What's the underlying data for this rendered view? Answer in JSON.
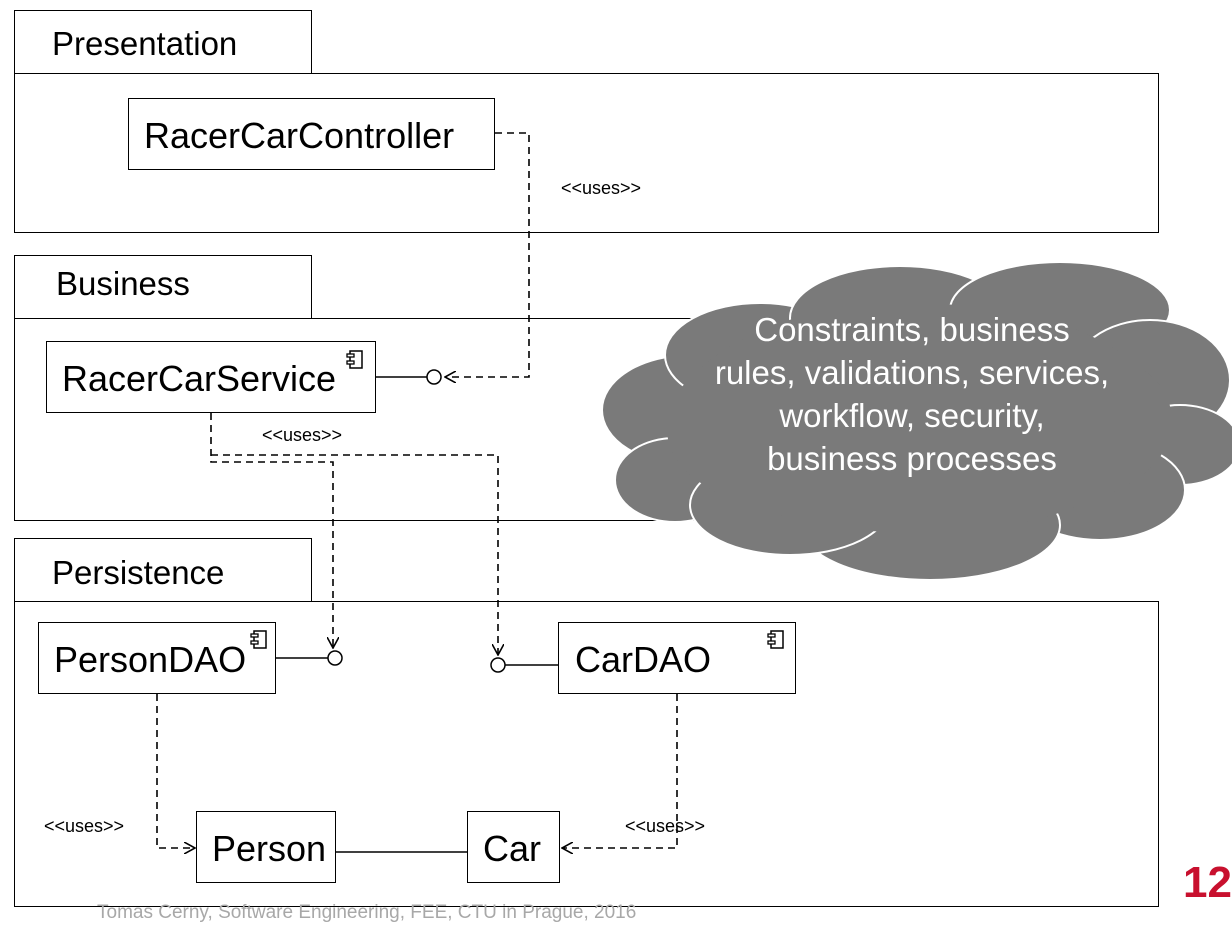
{
  "layers": {
    "presentation": "Presentation",
    "business": "Business",
    "persistence": "Persistence"
  },
  "components": {
    "racer_car_controller": "RacerCarController",
    "racer_car_service": "RacerCarService",
    "person_dao": "PersonDAO",
    "car_dao": "CarDAO",
    "person": "Person",
    "car": "Car"
  },
  "stereotypes": {
    "controller_uses": "<<uses>>",
    "service_uses": "<<uses>>",
    "person_dao_uses": "<<uses>>",
    "car_dao_uses": "<<uses>>"
  },
  "callout": {
    "text": "Constraints, business rules, validations, services, workflow, security, business processes",
    "fill_color": "#7a7a7a"
  },
  "footer": {
    "text": "Tomas Cerny, Software Engineering, FEE, CTU in Prague, 2016",
    "page_number": "12"
  },
  "colors": {
    "page_number": "#c8102e",
    "footer_text": "#a8a8a8"
  }
}
